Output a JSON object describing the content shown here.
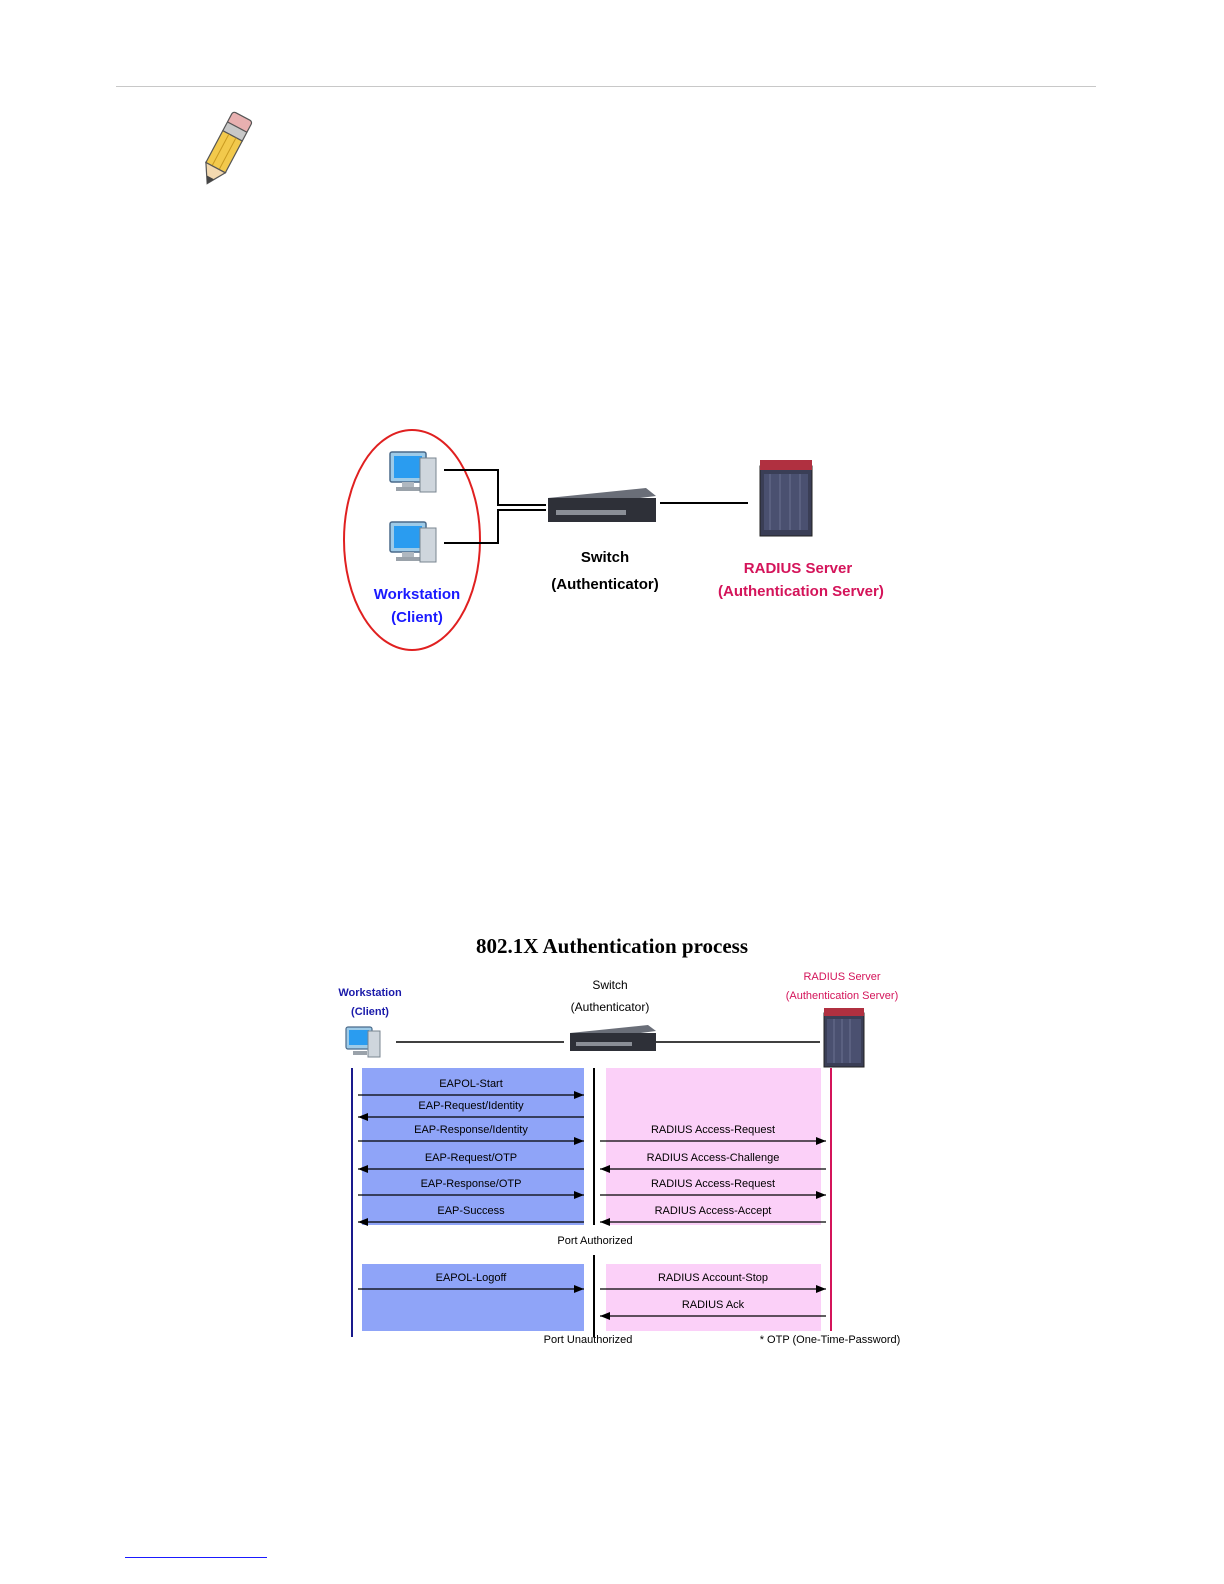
{
  "diagram1": {
    "workstation_label": "Workstation",
    "workstation_sub": "(Client)",
    "switch_label": "Switch",
    "switch_sub": "(Authenticator)",
    "server_label": "RADIUS Server",
    "server_sub": "(Authentication Server)"
  },
  "diagram2": {
    "title": "802.1X Authentication process",
    "workstation_label": "Workstation",
    "workstation_sub": "(Client)",
    "switch_label": "Switch",
    "switch_sub": "(Authenticator)",
    "server_label": "RADIUS Server",
    "server_sub": "(Authentication Server)",
    "left_messages": [
      {
        "label": "EAPOL-Start",
        "dir": "right"
      },
      {
        "label": "EAP-Request/Identity",
        "dir": "left"
      },
      {
        "label": "EAP-Response/Identity",
        "dir": "right"
      },
      {
        "label": "EAP-Request/OTP",
        "dir": "left"
      },
      {
        "label": "EAP-Response/OTP",
        "dir": "right"
      },
      {
        "label": "EAP-Success",
        "dir": "left"
      }
    ],
    "right_messages": [
      {
        "label": "RADIUS Access-Request",
        "dir": "right"
      },
      {
        "label": "RADIUS Access-Challenge",
        "dir": "left"
      },
      {
        "label": "RADIUS Access-Request",
        "dir": "right"
      },
      {
        "label": "RADIUS Access-Accept",
        "dir": "left"
      }
    ],
    "port_authorized": "Port Authorized",
    "left_logoff": "EAPOL-Logoff",
    "right_logoff": [
      "RADIUS Account-Stop",
      "RADIUS Ack"
    ],
    "port_unauthorized": "Port Unauthorized",
    "footnote": "* OTP (One-Time-Password)",
    "colors": {
      "client_band": "#8fa4f8",
      "server_band": "#fbd0f8",
      "client_line": "#1a1a8c",
      "server_line": "#d4145a"
    }
  }
}
